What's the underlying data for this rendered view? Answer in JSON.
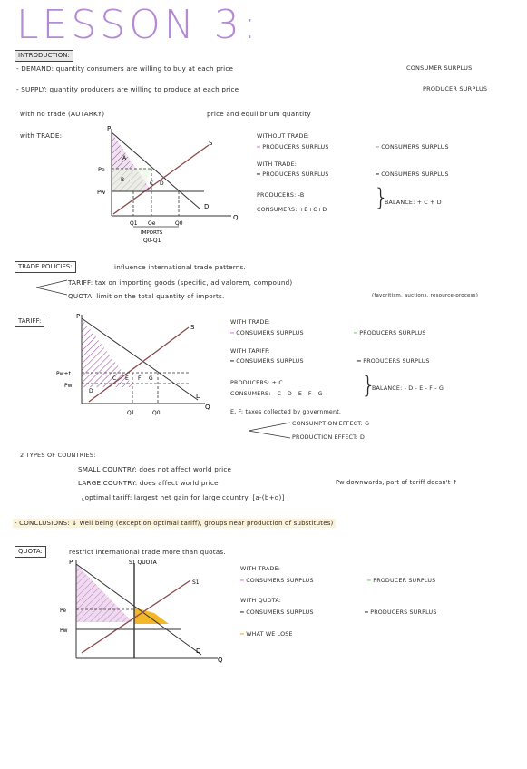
{
  "title": "LESSON 3:",
  "intro": {
    "box": "INTRODUCTION:",
    "demand": "- DEMAND: quantity consumers are willing to buy at each price",
    "consumer_surplus": "CONSUMER SURPLUS",
    "supply": "- SUPPLY: quantity producers are willing to produce at each price",
    "producer_surplus": "PRODUCER SURPLUS",
    "no_trade": "with no trade (AUTARKY)",
    "price_eq": "price and equilibrium quantity",
    "with_trade": "with TRADE:"
  },
  "graph1": {
    "p": "P",
    "s": "S",
    "d": "D",
    "q": "Q",
    "pe": "Pe",
    "pw": "Pw",
    "q1": "Q1",
    "qe": "Qe",
    "q0": "Q0",
    "a": "A",
    "b": "B",
    "c": "C",
    "d_area": "D",
    "imports": "IMPORTS",
    "imports_eq": "Q0-Q1"
  },
  "legend1": {
    "without": "WITHOUT TRADE:",
    "without_p": "PRODUCERS SURPLUS",
    "without_c": "CONSUMERS SURPLUS",
    "with": "WITH TRADE:",
    "with_p": "PRODUCERS SURPLUS",
    "with_c": "CONSUMERS SURPLUS",
    "producers": "PRODUCERS: -B",
    "consumers": "CONSUMERS: +B+C+D",
    "balance": "BALANCE: + C + D"
  },
  "trade_policies": {
    "box": "TRADE POLICIES:",
    "text": "influence international trade patterns.",
    "tariff": "TARIFF: tax on importing goods (specific, ad valorem, compound)",
    "quota": "QUOTA: limit on the total quantity of imports.",
    "quota_small": "(favoritism, auctions, resource-process)"
  },
  "tariff": {
    "box": "TARIFF:",
    "graph": {
      "p": "P",
      "s": "S",
      "d": "D",
      "q": "Q",
      "pwt": "Pw+t",
      "pw": "Pw",
      "q1": "Q1",
      "q0": "Q0",
      "c": "C",
      "e": "E",
      "f": "F",
      "g": "G",
      "d_area": "D"
    },
    "with_trade": "WITH TRADE:",
    "wt_c": "CONSUMERS SURPLUS",
    "wt_p": "PRODUCERS SURPLUS",
    "with_tariff": "WITH TARIFF:",
    "wtar_c": "CONSUMERS SURPLUS",
    "wtar_p": "PRODUCERS SURPLUS",
    "producers": "PRODUCERS: + C",
    "consumers": "CONSUMERS: - C - D - E - F - G",
    "balance": "BALANCE: - D - E - F - G",
    "ef": "E, F: taxes collected by government.",
    "consumption": "CONSUMPTION EFFECT: G",
    "production": "PRODUCTION EFFECT: D"
  },
  "countries": {
    "title": "2 TYPES OF COUNTRIES:",
    "small": "SMALL COUNTRY: does not affect world price",
    "large": "LARGE COUNTRY: does affect world price",
    "large_note": "Pw downwards, part of tariff doesn't ↑",
    "optimal": "optimal tariff: largest net gain for large country: [a-(b+d)]"
  },
  "conclusions": "- CONCLUSIONS: ↓ well being (exception optimal tariff), groups near production of substitutes)",
  "quota": {
    "box": "QUOTA:",
    "text": "restrict international trade more than quotas.",
    "graph": {
      "p": "P",
      "s1quota": "S1 QUOTA",
      "s1": "S1",
      "pe": "Pe",
      "pw": "Pw",
      "d": "D",
      "q": "Q"
    },
    "with_trade": "WITH TRADE:",
    "wt_c": "CONSUMERS SURPLUS",
    "wt_p": "PRODUCER SURPLUS",
    "with_quota": "WITH QUOTA:",
    "wq_c": "CONSUMERS SURPLUS",
    "wq_p": "PRODUCERS SURPLUS",
    "lose": "WHAT WE LOSE"
  }
}
